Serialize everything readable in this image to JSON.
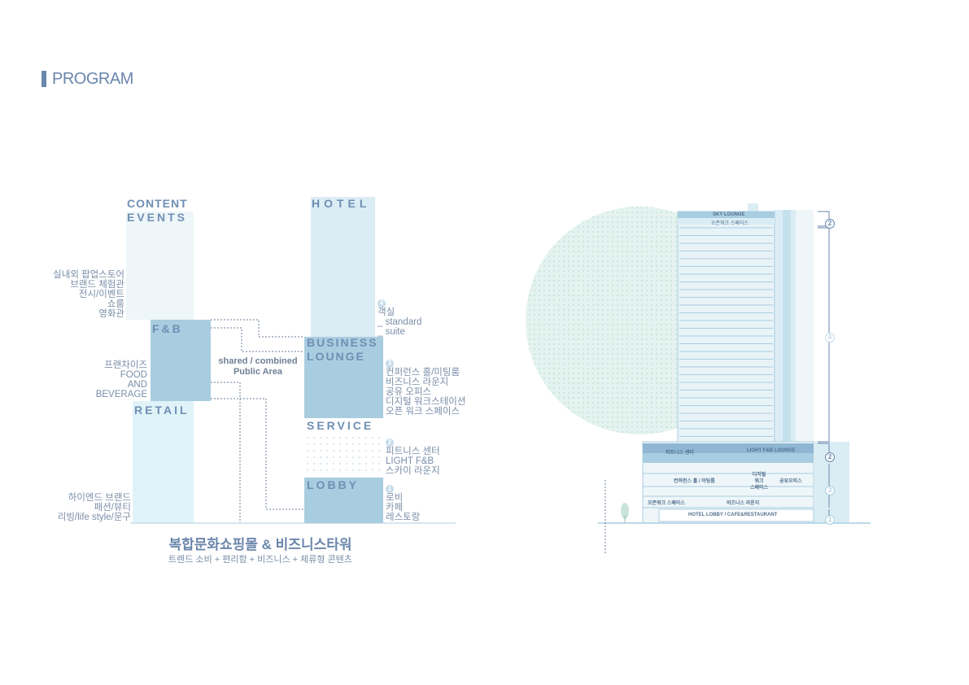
{
  "page": {
    "title": "PROGRAM"
  },
  "blocks": {
    "content_events": "CONTENT\nEVENTS",
    "fnb": "F&B",
    "retail": "RETAIL",
    "hotel": "HOTEL",
    "business_lounge": "BUSINESS\nLOUNGE",
    "service": "SERVICE",
    "lobby": "LOBBY"
  },
  "left_texts": {
    "content_events": [
      "실내외 팝업스토어",
      "브랜드 체험관",
      "전시/이벤트",
      "쇼룸",
      "영화관"
    ],
    "fnb": [
      "프랜차이즈",
      "FOOD",
      "AND",
      "BEVERAGE"
    ],
    "retail": [
      "하이엔드 브랜드",
      "패션/뷰티",
      "리빙/life style/문구"
    ]
  },
  "shared": [
    "shared / combined",
    "Public Area"
  ],
  "right_texts": {
    "hotel": {
      "num": "4",
      "lines": [
        "객실",
        "_ standard",
        "_ suite"
      ]
    },
    "business": {
      "num": "3",
      "lines": [
        "컨퍼런스 홀/미팅룸",
        "비즈니스 라운지",
        "공유 오피스",
        "디지털 워크스테이션",
        "오픈 워크 스페이스"
      ]
    },
    "service": {
      "num": "2",
      "lines": [
        "피트니스 센터",
        "LIGHT F&B",
        "스카이 라운지"
      ]
    },
    "lobby": {
      "num": "1",
      "lines": [
        "로비",
        "카페",
        "레스토랑"
      ]
    }
  },
  "bottom": {
    "title": "복합문화쇼핑몰 & 비즈니스타워",
    "subtitle": "트렌드 소비 + 편리함 + 비즈니스 + 체류형 콘텐츠"
  },
  "tower": {
    "sky_lounge": "SKY LOUNGE",
    "open_work": "오픈워크 스페이스",
    "fitness": "피트니스 센터",
    "light_fnb": "LIGHT F&B LOUNGE",
    "conference": "컨퍼런스 홀 / 미팅룸",
    "digital": [
      "디지털",
      "워크",
      "스페이스"
    ],
    "shared_office": "공유오피스",
    "open_work2": "오픈워크 스페이스",
    "business_lounge": "비즈니스 라운지",
    "hotel_lobby": "HOTEL LOBBY / CAFE&RESTAURANT",
    "markers": [
      "2",
      "4",
      "2",
      "3",
      "1"
    ]
  },
  "colors": {
    "pale": "#eef6f9",
    "light": "#dbedf4",
    "mid": "#a9cde0",
    "retail": "#dff3f8",
    "accent": "#6a86ad",
    "dot_circle": "#d6ede8"
  }
}
